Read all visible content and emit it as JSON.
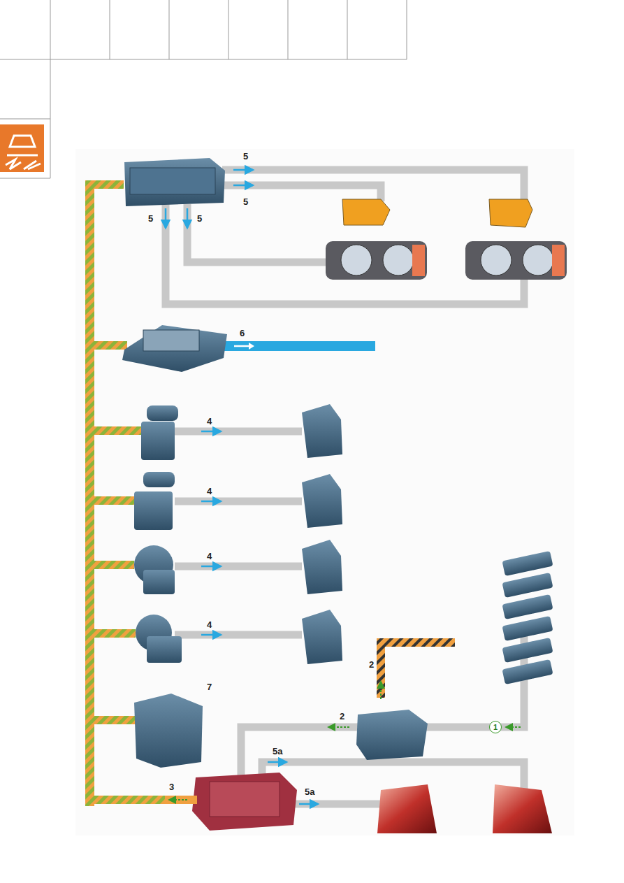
{
  "diagram": {
    "nodes": [
      {
        "text": [
          "1"
        ]
      }
    ],
    "labels": [
      "5",
      "5",
      "5",
      "5",
      "6",
      "4",
      "4",
      "4",
      "4",
      "7",
      "2",
      "2",
      "3",
      "5a",
      "5a"
    ]
  }
}
